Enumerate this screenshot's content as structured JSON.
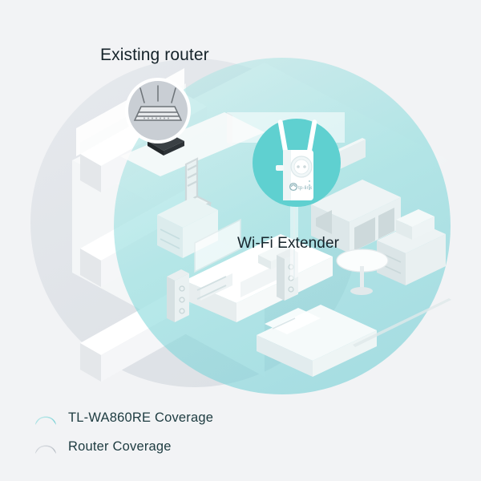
{
  "scene": {
    "title": "Wi-Fi extender coverage illustration",
    "background_color": "#f2f3f5"
  },
  "labels": {
    "router": "Existing router",
    "extender": "Wi-Fi Extender"
  },
  "callouts": {
    "router": {
      "icon_name": "router-icon",
      "circle_color": "#c9ced4",
      "ring_color": "#ffffff",
      "device_color": "#2a2f33"
    },
    "extender": {
      "icon_name": "wifi-extender-icon",
      "circle_color": "#5fd0d0",
      "brand": "tp-link",
      "device_color": "#ffffff"
    }
  },
  "coverage": {
    "extender": {
      "label": "TL-WA860RE Coverage",
      "color": "#7fd4d6",
      "icon_name": "coverage-arc-teal-icon"
    },
    "router": {
      "label": "Router Coverage",
      "color": "#b9bfc6",
      "icon_name": "coverage-arc-gray-icon"
    }
  },
  "legend": {
    "items": [
      {
        "label": "TL-WA860RE Coverage",
        "icon": "coverage-arc-teal-icon",
        "color": "#7fd4d6"
      },
      {
        "label": "Router Coverage",
        "icon": "coverage-arc-gray-icon",
        "color": "#b9bfc6"
      }
    ]
  },
  "colors": {
    "background": "#f2f3f5",
    "teal_accent": "#5fd0d0",
    "teal_coverage": "#8ed8dd",
    "gray_coverage": "#e1e5e9",
    "text_dark": "#15232a",
    "legend_text": "#1d3b40"
  }
}
